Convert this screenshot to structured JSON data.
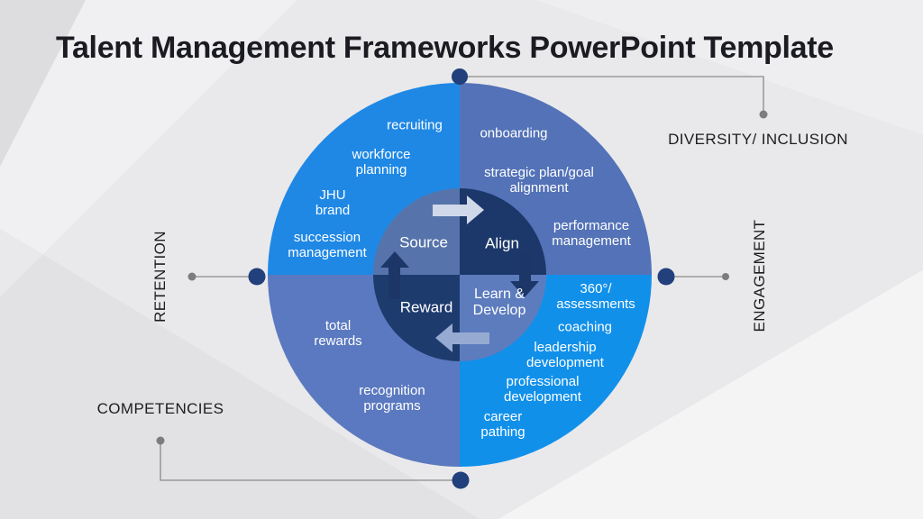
{
  "title": "Talent Management Frameworks PowerPoint Template",
  "colors": {
    "outer_source": "#1f88e5",
    "outer_align": "#5372b7",
    "outer_reward": "#5b79c0",
    "outer_learn": "#1190ea",
    "inner_source": "#5674ab",
    "inner_align": "#1c3769",
    "inner_reward": "#1e3b6e",
    "inner_learn": "#5d7cbe",
    "arrow_dark": "#1c3767",
    "arrow_light_top": "#d0d9ea",
    "arrow_light_bottom": "#97aad2",
    "connector_dot_large": "#21407c",
    "connector_dot_small": "#7d7d7d",
    "connector_line": "#8a8a8a"
  },
  "quadrants": {
    "source": {
      "label": "Source",
      "items": [
        "recruiting",
        "workforce\nplanning",
        "JHU\nbrand",
        "succession\nmanagement"
      ]
    },
    "align": {
      "label": "Align",
      "items": [
        "onboarding",
        "strategic plan/goal\nalignment",
        "performance\nmanagement"
      ]
    },
    "reward": {
      "label": "Reward",
      "items": [
        "total\nrewards",
        "recognition\nprograms"
      ]
    },
    "learn_develop": {
      "label": "Learn &\nDevelop",
      "items": [
        "360°/\nassessments",
        "coaching",
        "leadership\ndevelopment",
        "professional\ndevelopment",
        "career\npathing"
      ]
    }
  },
  "callouts": {
    "top_right": "DIVERSITY/ INCLUSION",
    "right": "ENGAGEMENT",
    "left": "RETENTION",
    "bottom_left": "COMPETENCIES"
  }
}
